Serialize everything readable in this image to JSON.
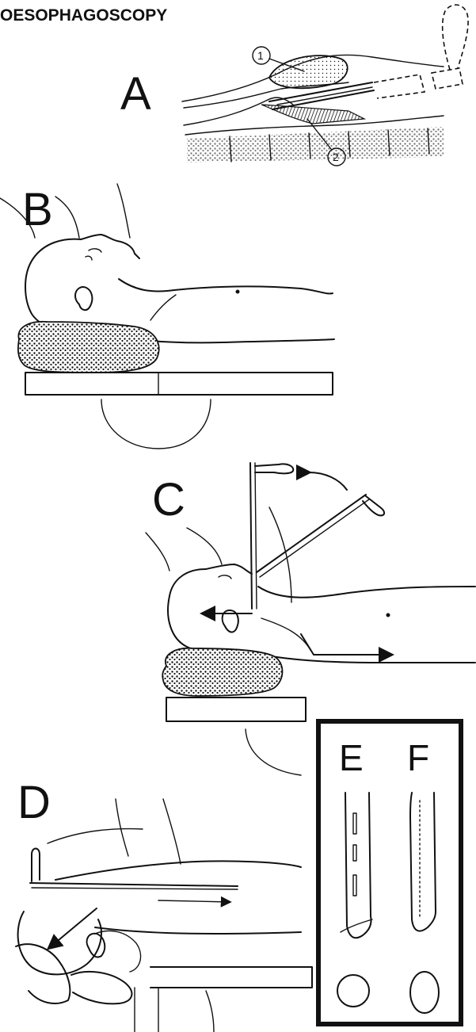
{
  "title": "OESOPHAGOSCOPY",
  "panels": {
    "A": {
      "label": "A",
      "callouts": [
        "1",
        "2"
      ]
    },
    "B": {
      "label": "B"
    },
    "C": {
      "label": "C"
    },
    "D": {
      "label": "D"
    },
    "E": {
      "label": "E"
    },
    "F": {
      "label": "F"
    }
  },
  "colors": {
    "ink": "#111111",
    "background": "#ffffff"
  }
}
